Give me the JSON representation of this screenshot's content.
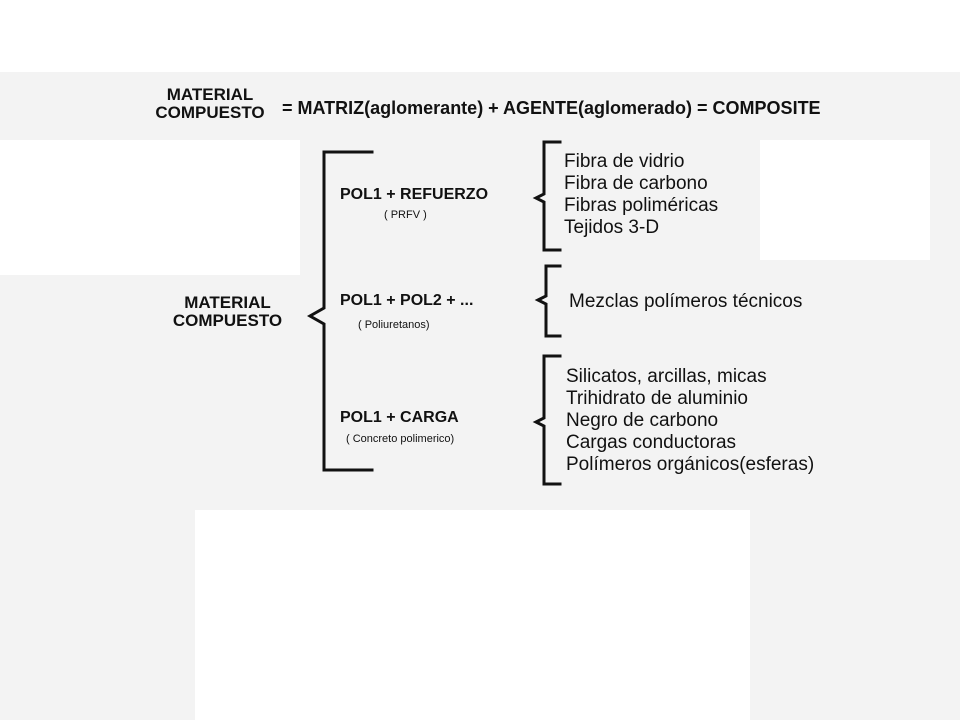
{
  "title_left": "MATERIAL\nCOMPUESTO",
  "equation": "= MATRIZ(aglomerante) + AGENTE(aglomerado) = COMPOSITE",
  "root_label": "MATERIAL\nCOMPUESTO",
  "groups": [
    {
      "label": "POL1 + REFUERZO",
      "sub": "( PRFV )",
      "items": [
        "Fibra de vidrio",
        "Fibra de carbono",
        "Fibras poliméricas",
        "Tejidos 3-D"
      ]
    },
    {
      "label": "POL1 + POL2 + ...",
      "sub": "( Poliuretanos)",
      "items": [
        "Mezclas polímeros técnicos"
      ]
    },
    {
      "label": "POL1 + CARGA",
      "sub": "( Concreto polimerico)",
      "items": [
        "Silicatos, arcillas, micas",
        "Trihidrato de aluminio",
        "Negro de carbono",
        "Cargas conductoras",
        "Polímeros orgánicos(esferas)"
      ]
    }
  ],
  "bracket_color": "#111111",
  "background_color": "#f3f3f3"
}
